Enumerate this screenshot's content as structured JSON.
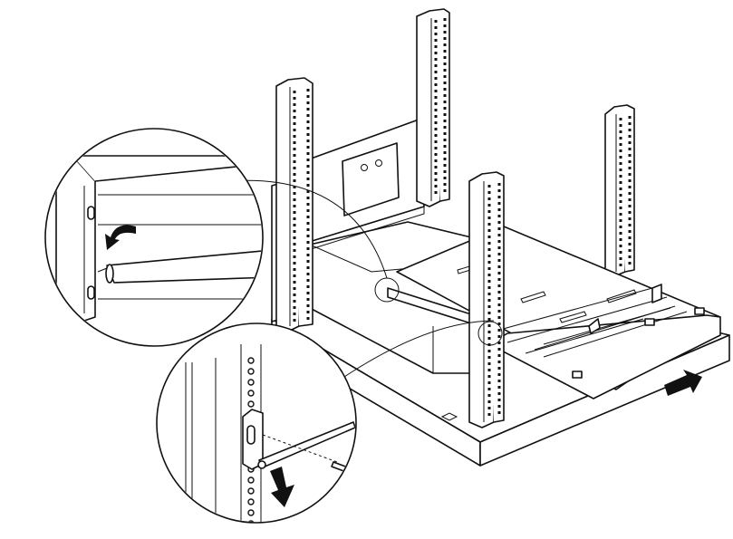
{
  "figure": {
    "subject": "rack-mount-sliding-shelf-installation",
    "background": "#ffffff",
    "ink": "#111111",
    "callouts": [
      {
        "name": "rail-end-detail",
        "icon": "curved-arrow-icon"
      },
      {
        "name": "mounting-bracket-detail",
        "icon": "down-arrow-icon"
      }
    ],
    "insert_arrow_icon": "right-arrow-icon"
  }
}
